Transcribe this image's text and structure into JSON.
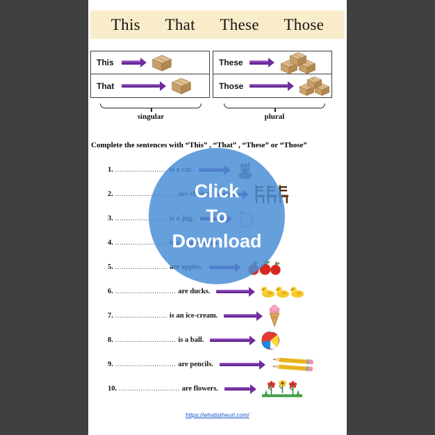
{
  "colors": {
    "background": "#3e4140",
    "paper": "#ffffff",
    "banner_bg": "#f8ecca",
    "arrow_purple": "#7030a0",
    "overlay_blue": "#4a8ed5",
    "link_blue": "#1356cc",
    "box_tan": "#c89e6a"
  },
  "title_banner": {
    "words": [
      "This",
      "That",
      "These",
      "Those"
    ]
  },
  "demo_table": {
    "singular": {
      "rows": [
        {
          "word": "This",
          "arrow": "short-right-arrow",
          "icon": "cardboard-box"
        },
        {
          "word": "That",
          "arrow": "long-right-arrow",
          "icon": "cardboard-box"
        }
      ],
      "bracket_label": "singular"
    },
    "plural": {
      "rows": [
        {
          "word": "These",
          "arrow": "short-right-arrow",
          "icon": "cardboard-box-pile"
        },
        {
          "word": "Those",
          "arrow": "long-right-arrow",
          "icon": "cardboard-box-pile"
        }
      ],
      "bracket_label": "plural"
    }
  },
  "instruction": "Complete the sentences with “This” , “That” , “These” or “Those”",
  "exercise": [
    {
      "num": "1.",
      "blank": "........................",
      "phrase": "is a cat.",
      "icon": "cat"
    },
    {
      "num": "2.",
      "blank": "............................",
      "phrase": "are chairs.",
      "icon": "chairs"
    },
    {
      "num": "3.",
      "blank": "........................",
      "phrase": "is a jug.",
      "icon": "jug"
    },
    {
      "num": "4.",
      "blank": "........................",
      "phrase": "is a",
      "icon": "hidden-behind-overlay"
    },
    {
      "num": "5.",
      "blank": "........................",
      "phrase": "are apples.",
      "icon": "apples"
    },
    {
      "num": "6.",
      "blank": "............................",
      "phrase": "are ducks.",
      "icon": "ducks"
    },
    {
      "num": "7.",
      "blank": "........................",
      "phrase": "is an ice-cream.",
      "icon": "ice-cream"
    },
    {
      "num": "8.",
      "blank": "............................",
      "phrase": "is a ball.",
      "icon": "beach-ball"
    },
    {
      "num": "9.",
      "blank": "............................",
      "phrase": "are pencils.",
      "icon": "pencils"
    },
    {
      "num": "10.",
      "blank": "............................",
      "phrase": "are flowers.",
      "icon": "flowers"
    }
  ],
  "overlay": {
    "line1": "Click",
    "line2": "To",
    "line3": "Download"
  },
  "footer": {
    "link": "https://whatistheurl.com/"
  }
}
